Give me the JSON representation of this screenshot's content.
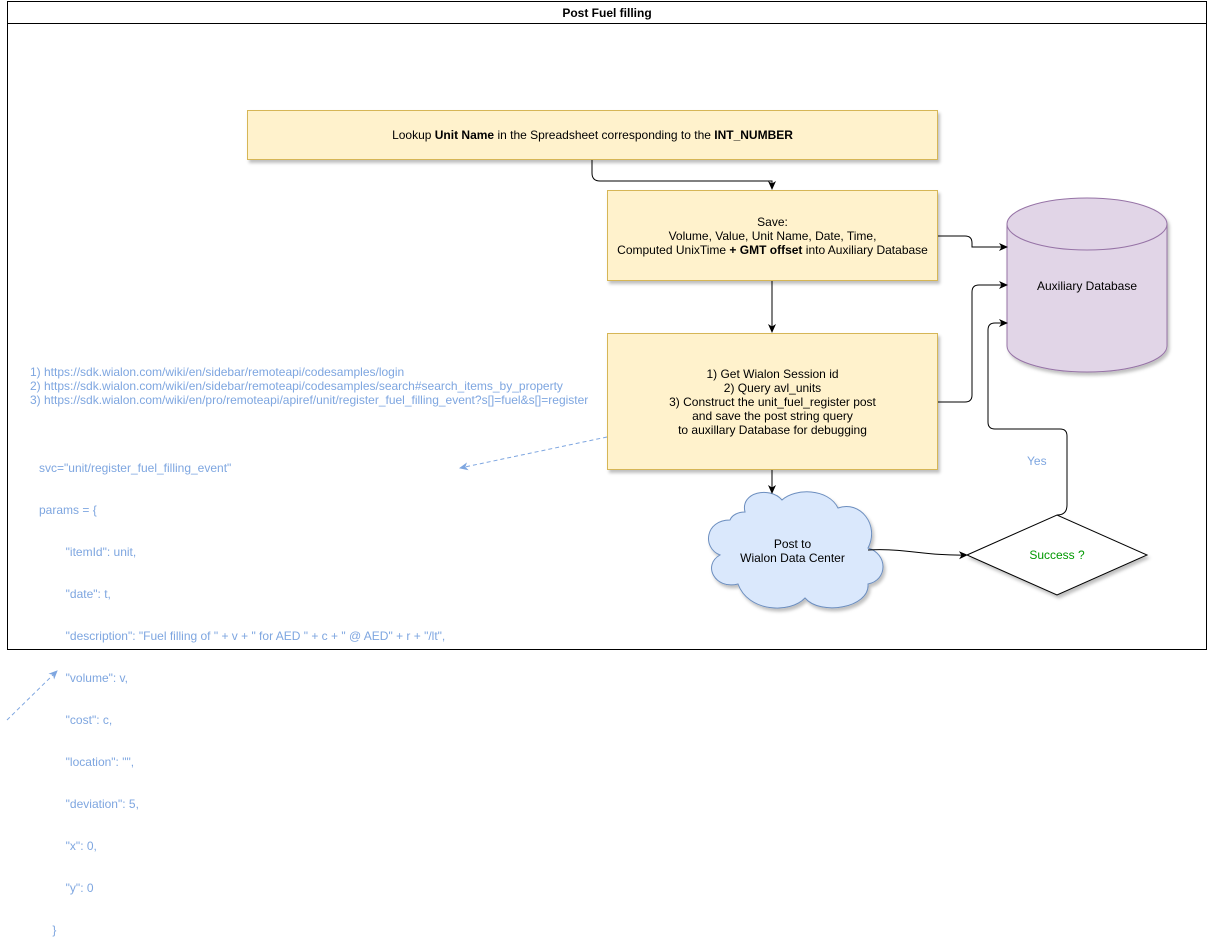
{
  "pool": {
    "title": "Post Fuel filling"
  },
  "lookup": {
    "pre": "Lookup ",
    "unit_name": "Unit Name",
    "mid": " in the Spreadsheet corresponding to the ",
    "int_number": "INT_NUMBER"
  },
  "save": {
    "line1": "Save:",
    "line2": "Volume, Value, Unit Name, Date, Time,",
    "line3_pre": "Computed UnixTime ",
    "line3_bold": "+ GMT offset",
    "line3_post": " into Auxiliary Database"
  },
  "process": {
    "line1": "1) Get Wialon Session id",
    "line2": "2) Query avl_units",
    "line3": "3) Construct the unit_fuel_register post",
    "line4": "and save the post string query",
    "line5": "to auxillary Database for debugging"
  },
  "database": {
    "label": "Auxiliary Database"
  },
  "cloud": {
    "line1": "Post to",
    "line2": "Wialon Data Center"
  },
  "decision": {
    "label": "Success ?"
  },
  "edge_yes": {
    "label": "Yes"
  },
  "links": [
    "1) https://sdk.wialon.com/wiki/en/sidebar/remoteapi/codesamples/login",
    "2) https://sdk.wialon.com/wiki/en/sidebar/remoteapi/codesamples/search#search_items_by_property",
    "3) https://sdk.wialon.com/wiki/en/pro/remoteapi/apiref/unit/register_fuel_filling_event?s[]=fuel&s[]=register"
  ],
  "code": [
    "svc=\"unit/register_fuel_filling_event\"",
    "params = {",
    "        \"itemId\": unit,",
    "        \"date\": t,",
    "        \"description\": \"Fuel filling of \" + v + \" for AED \" + c + \" @ AED\" + r + \"/lt\",",
    "        \"volume\": v,",
    "        \"cost\": c,",
    "        \"location\": \"\",",
    "        \"deviation\": 5,",
    "        \"x\": 0,",
    "        \"y\": 0",
    "    }"
  ],
  "colors": {
    "box_fill": "#fff2cc",
    "box_stroke": "#d6b656",
    "db_fill": "#e1d5e7",
    "db_stroke": "#9673a6",
    "cloud_fill": "#dae8fc",
    "cloud_stroke": "#6c8ebf",
    "note_text": "#7ea6e0",
    "success_text": "#009900"
  }
}
